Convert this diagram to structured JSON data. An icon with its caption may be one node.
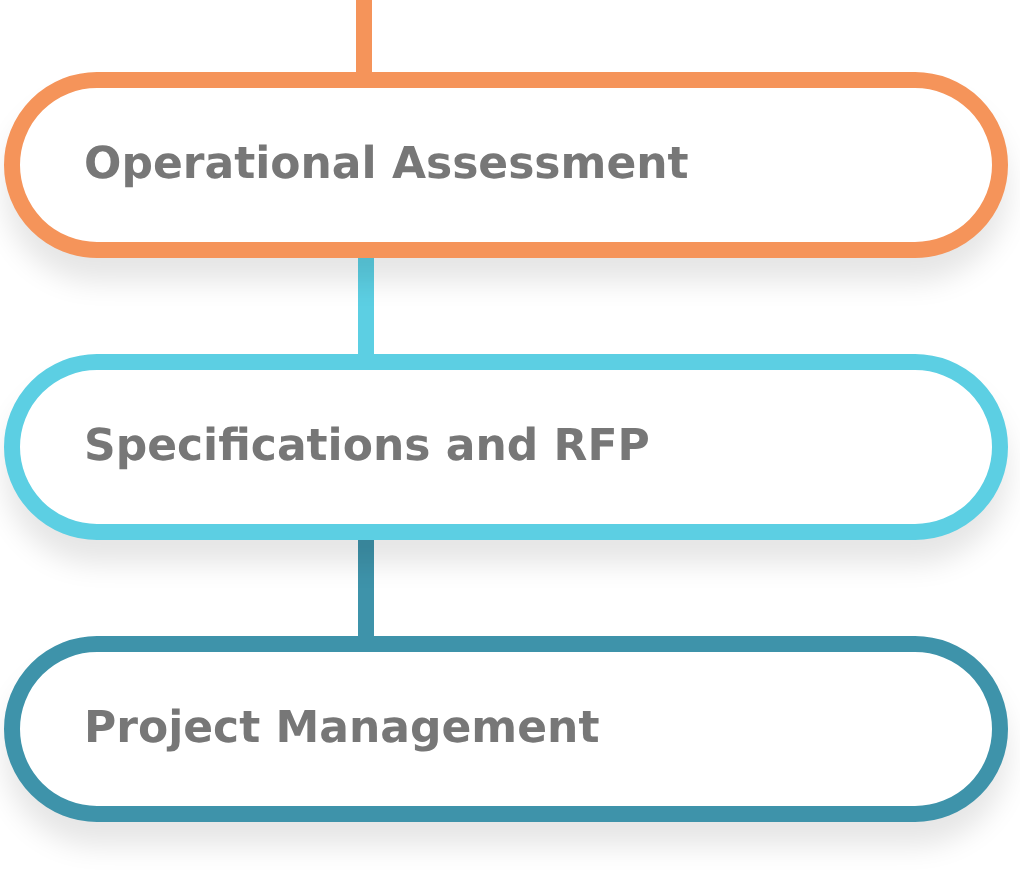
{
  "diagram": {
    "nodes": [
      {
        "text": [
          "Operational Assessment"
        ]
      },
      {
        "text": [
          "Specifications and RFP"
        ]
      },
      {
        "text": [
          "Project Management"
        ]
      }
    ],
    "edges": [
      {
        "from": null,
        "to": 0,
        "arrow": "none",
        "color": "#f5945a"
      },
      {
        "from": 0,
        "to": 1,
        "arrow": "none",
        "color": "#5ccfe3"
      },
      {
        "from": 1,
        "to": 2,
        "arrow": "none",
        "color": "#3e93aa"
      }
    ]
  }
}
